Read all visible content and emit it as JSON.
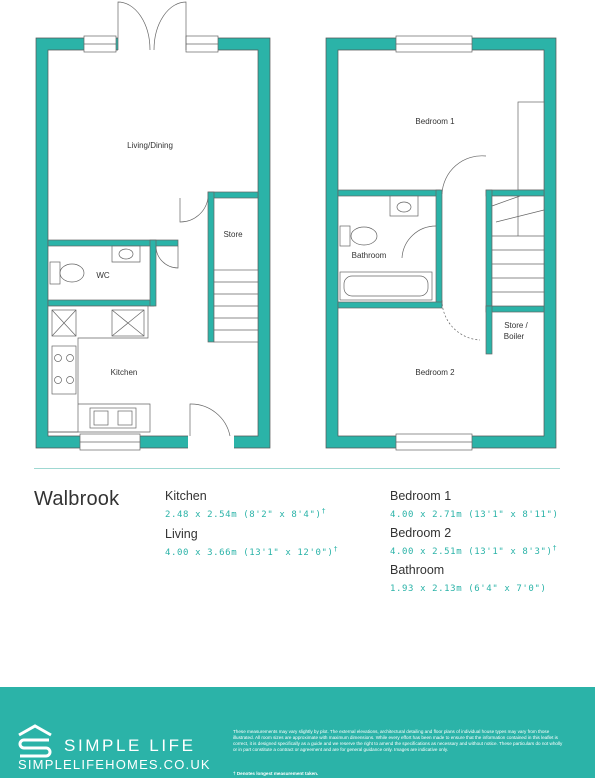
{
  "floorplan": {
    "ground_floor_rooms": [
      "Living/Dining",
      "Store",
      "WC",
      "Kitchen"
    ],
    "first_floor_rooms": [
      "Bedroom 1",
      "Bathroom",
      "Store /",
      "Boiler",
      "Bedroom 2"
    ]
  },
  "property_name": "Walbrook",
  "rooms_left": [
    {
      "name": "Kitchen",
      "dims": "2.48 x 2.54m (8'2\" x 8'4\")",
      "mark": "†"
    },
    {
      "name": "Living",
      "dims": "4.00 x 3.66m (13'1\" x 12'0\")",
      "mark": "†"
    }
  ],
  "rooms_right": [
    {
      "name": "Bedroom 1",
      "dims": "4.00 x 2.71m (13'1\" x 8'11\")",
      "mark": ""
    },
    {
      "name": "Bedroom 2",
      "dims": "4.00 x 2.51m (13'1\" x 8'3\")",
      "mark": "†"
    },
    {
      "name": "Bathroom",
      "dims": "1.93 x 2.13m (6'4\" x 7'0\")",
      "mark": ""
    }
  ],
  "footer": {
    "brand": "SIMPLE LIFE",
    "website": "SIMPLELIFEHOMES.CO.UK",
    "disclaimer": "These measurements may vary slightly by plot. The external elevations, architectural detailing and floor plans of individual house types may vary from those illustrated. All room sizes are approximate with maximum dimensions. While every effort has been made to ensure that the information contained in this leaflet is correct, it is designed specifically as a guide and we reserve the right to amend the specifications as necessary and without notice. These particulars do not wholly or in part constitute a contract or agreement and are for general guidance only. Images are indicative only.",
    "footnote": "† Denotes longest measurement taken."
  },
  "colors": {
    "wall": "#2bb3a8",
    "footer_bg": "#2bb3a8",
    "text": "#333333"
  }
}
